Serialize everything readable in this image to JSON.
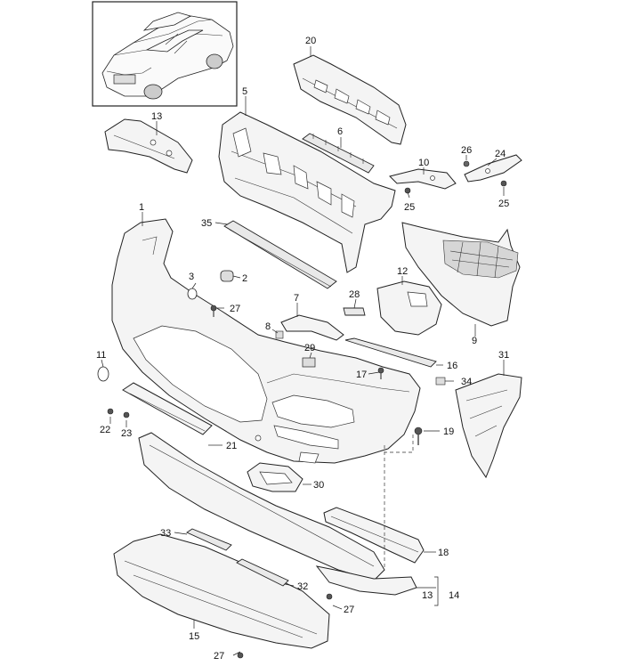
{
  "diagram": {
    "inset": {
      "icon": "vehicle-overview-icon"
    },
    "callouts": [
      {
        "id": "c20",
        "text": "20"
      },
      {
        "id": "c5",
        "text": "5"
      },
      {
        "id": "c13a",
        "text": "13"
      },
      {
        "id": "c6",
        "text": "6"
      },
      {
        "id": "c26",
        "text": "26"
      },
      {
        "id": "c24",
        "text": "24"
      },
      {
        "id": "c10",
        "text": "10"
      },
      {
        "id": "c25a",
        "text": "25"
      },
      {
        "id": "c25b",
        "text": "25"
      },
      {
        "id": "c1",
        "text": "1"
      },
      {
        "id": "c35",
        "text": "35"
      },
      {
        "id": "c3",
        "text": "3"
      },
      {
        "id": "c2",
        "text": "2"
      },
      {
        "id": "c27a",
        "text": "27"
      },
      {
        "id": "c7",
        "text": "7"
      },
      {
        "id": "c28",
        "text": "28"
      },
      {
        "id": "c12",
        "text": "12"
      },
      {
        "id": "c8",
        "text": "8"
      },
      {
        "id": "c29",
        "text": "29"
      },
      {
        "id": "c9",
        "text": "9"
      },
      {
        "id": "c11",
        "text": "11"
      },
      {
        "id": "c16",
        "text": "16"
      },
      {
        "id": "c17",
        "text": "17"
      },
      {
        "id": "c31",
        "text": "31"
      },
      {
        "id": "c34",
        "text": "34"
      },
      {
        "id": "c22",
        "text": "22"
      },
      {
        "id": "c23",
        "text": "23"
      },
      {
        "id": "c21",
        "text": "21"
      },
      {
        "id": "c19",
        "text": "19"
      },
      {
        "id": "c30",
        "text": "30"
      },
      {
        "id": "c33",
        "text": "33"
      },
      {
        "id": "c18",
        "text": "18"
      },
      {
        "id": "c32",
        "text": "32"
      },
      {
        "id": "c13b",
        "text": "13"
      },
      {
        "id": "c14",
        "text": "14"
      },
      {
        "id": "c27b",
        "text": "27"
      },
      {
        "id": "c15",
        "text": "15"
      },
      {
        "id": "c27c",
        "text": "27"
      }
    ]
  }
}
